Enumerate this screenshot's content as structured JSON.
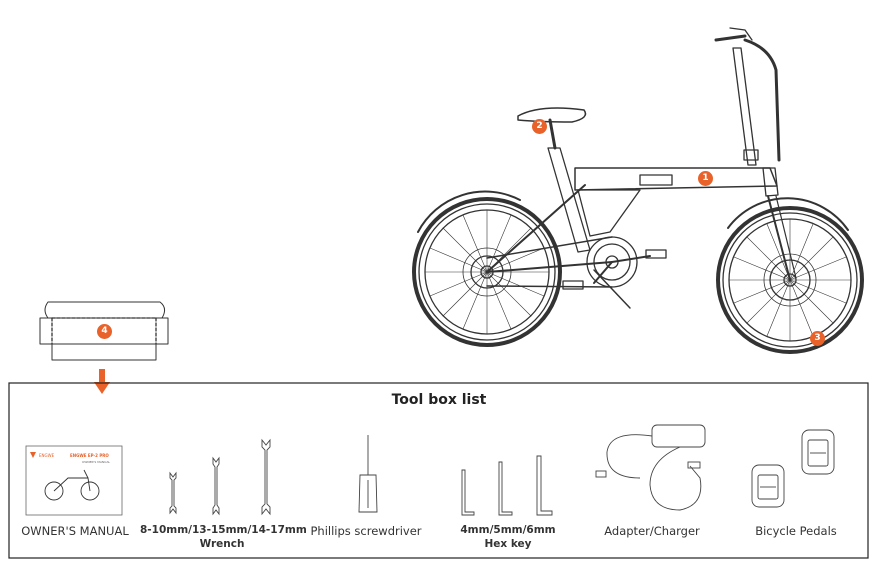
{
  "accent_color": "#e8622a",
  "markers": {
    "frame": "1",
    "seat": "2",
    "wheel": "3",
    "box": "4"
  },
  "toolbox": {
    "title": "Tool box list",
    "items": {
      "manual": {
        "label": "OWNER'S  MANUAL",
        "cover_brand": "ENGWE",
        "cover_title": "ENGWE EP-2 PRO",
        "cover_subtitle": "OWNER'S MANUAL"
      },
      "wrench": {
        "label": "8-10mm/13-15mm/14-17mm",
        "sublabel": "Wrench"
      },
      "screwdriver": {
        "label": "Phillips screwdriver"
      },
      "hexkey": {
        "label": "4mm/5mm/6mm",
        "sublabel": "Hex key"
      },
      "charger": {
        "label": "Adapter/Charger"
      },
      "pedals": {
        "label": "Bicycle Pedals"
      }
    }
  }
}
